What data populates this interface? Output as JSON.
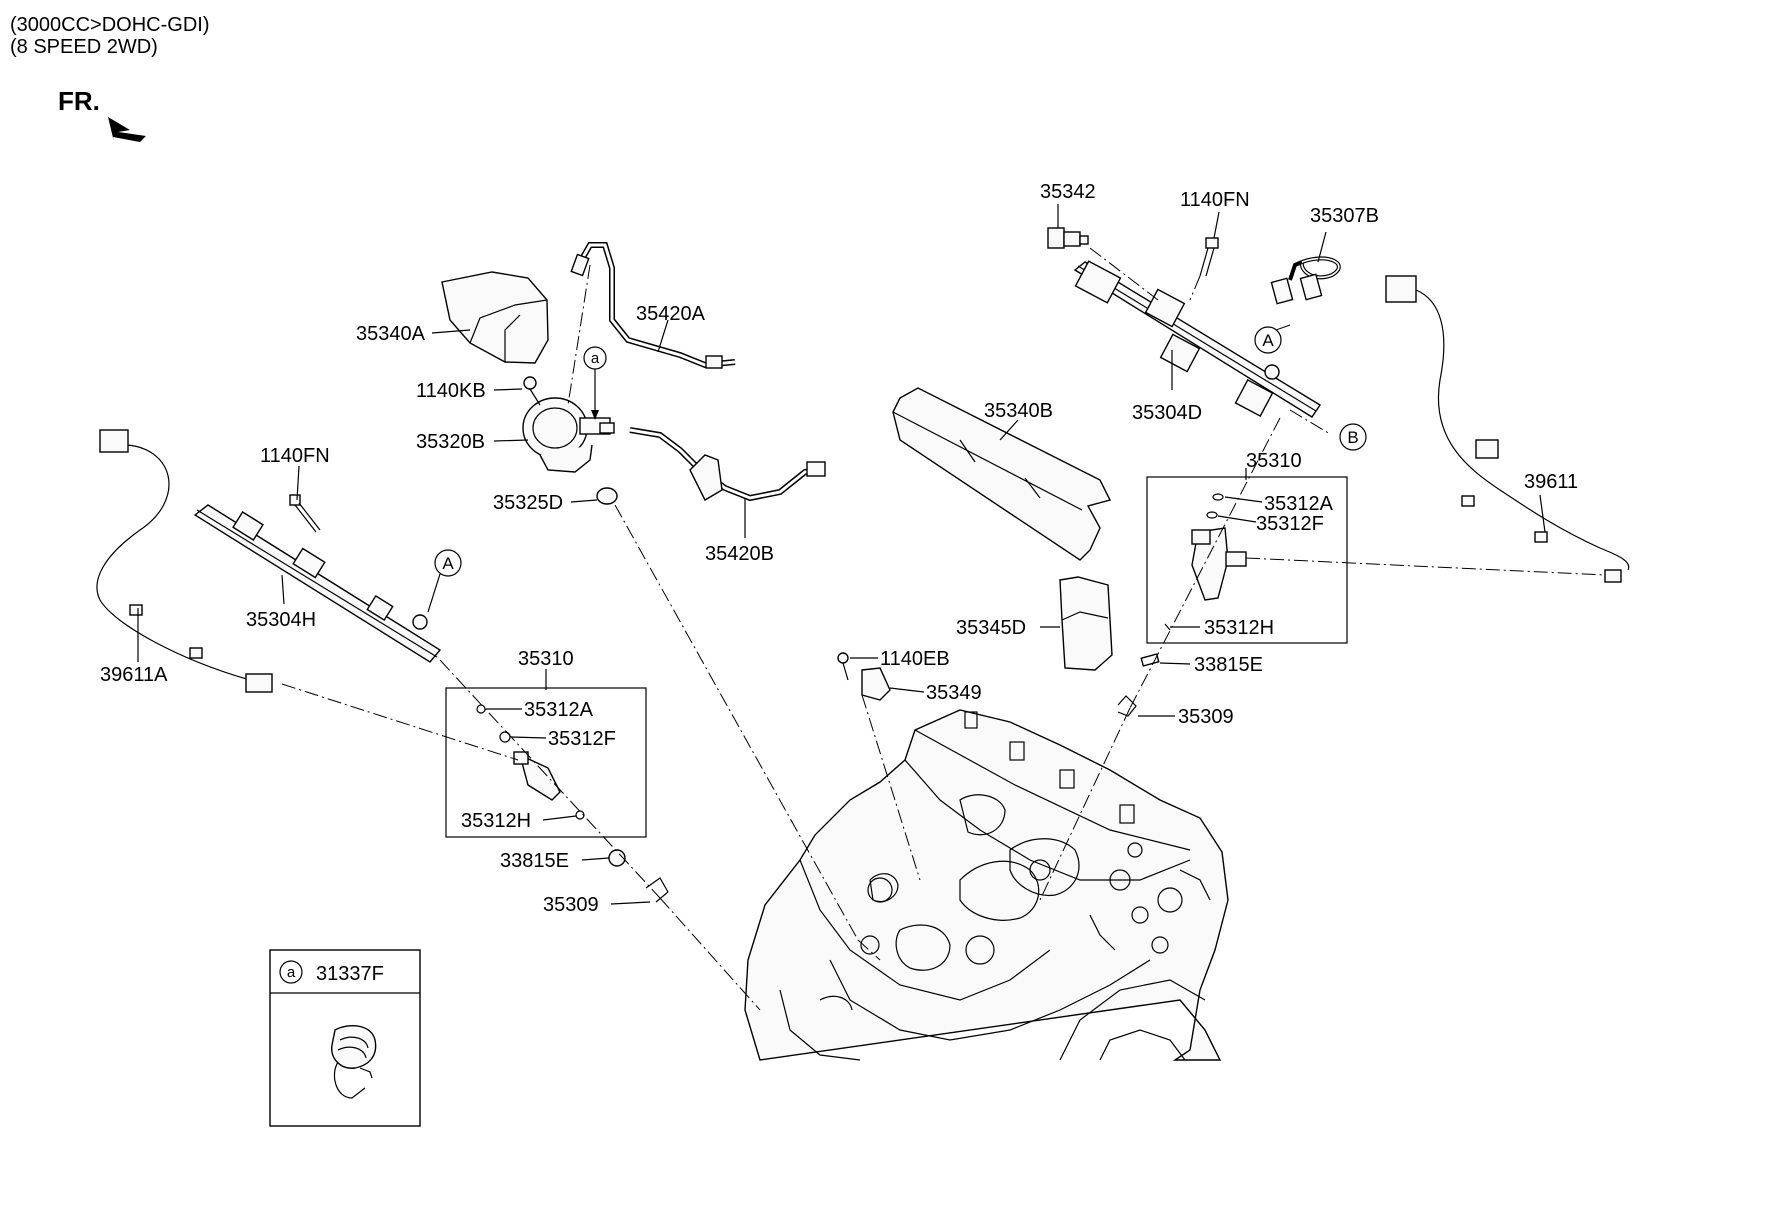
{
  "header": {
    "line1": "(3000CC>DOHC-GDI)",
    "line2": "(8 SPEED 2WD)",
    "front_marker": "FR."
  },
  "labels": {
    "p35340A": "35340A",
    "p1140KB": "1140KB",
    "p35320B": "35320B",
    "p35325D": "35325D",
    "p35420A": "35420A",
    "p35420B": "35420B",
    "p1140FN_left": "1140FN",
    "p35304H": "35304H",
    "p39611A": "39611A",
    "p35310_left": "35310",
    "p35312A_left": "35312A",
    "p35312F_left": "35312F",
    "p35312H_left": "35312H",
    "p33815E_left": "33815E",
    "p35309_left": "35309",
    "p35342": "35342",
    "p1140FN_right": "1140FN",
    "p35307B": "35307B",
    "p35304D": "35304D",
    "p35340B": "35340B",
    "p35310_right": "35310",
    "p35312A_right": "35312A",
    "p35312F_right": "35312F",
    "p35312H_right": "35312H",
    "p35345D": "35345D",
    "p1140EB": "1140EB",
    "p33815E_right": "33815E",
    "p35349": "35349",
    "p35309_right": "35309",
    "p39611": "39611"
  },
  "markers": {
    "A_left": "A",
    "A_right": "A",
    "B_right": "B",
    "a_pump": "a",
    "a_inset": "a"
  },
  "inset": {
    "part_number": "31337F"
  }
}
